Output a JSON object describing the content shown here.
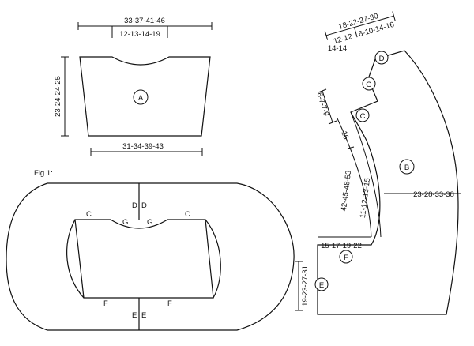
{
  "pieceA": {
    "top_width": "33-37-41-46",
    "neck_width": "12-13-14-19",
    "height": "23-24-24-25",
    "bottom_width": "31-34-39-43",
    "label": "A"
  },
  "pieceB": {
    "label": "B",
    "top_total": "18-22-27-30",
    "top_left_a": "12-12",
    "top_left_b": "14-14",
    "top_right": "6-10-14-16",
    "shoulder_step": "6-7-7-9",
    "collar_seg": "16",
    "outer_edge": "42-45-48-53",
    "inner_edge": "11-12-13-15",
    "width": "23-28-33-38",
    "bottom_edge": "15-17-19-22",
    "bottom_height": "19-23-27-31",
    "markers": {
      "c": "C",
      "d": "D",
      "e": "E",
      "f": "F",
      "g": "G"
    }
  },
  "fig1": {
    "title": "Fig 1:",
    "labels": {
      "d_left": "D",
      "d_right": "D",
      "c_left": "C",
      "c_right": "C",
      "g_left": "G",
      "g_right": "G",
      "f_left": "F",
      "f_right": "F",
      "e_left": "E",
      "e_right": "E"
    }
  }
}
